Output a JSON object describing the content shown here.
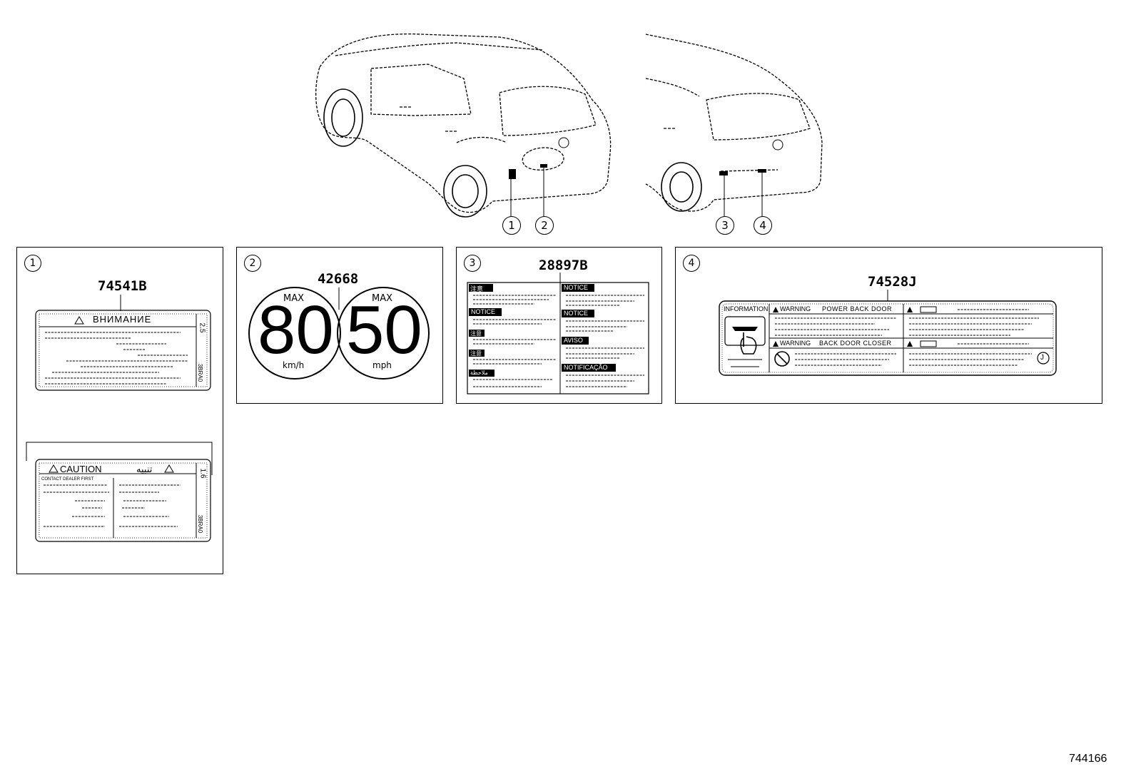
{
  "callouts": [
    "1",
    "2",
    "3",
    "4"
  ],
  "parts": {
    "p1": {
      "callout": "1",
      "number": "74541B",
      "label_ru": "ВНИМАНИЕ",
      "side_ru": "2.5",
      "code_ru": "3BRA0",
      "label_en": "CAUTION",
      "label_ar": "تنبيه",
      "side_en": "1.6",
      "code_en": "3BRA0",
      "sub_en": "CONTACT DEALER FIRST"
    },
    "p2": {
      "callout": "2",
      "number": "42668",
      "left": {
        "max": "MAX",
        "value": "80",
        "unit": "km/h"
      },
      "right": {
        "max": "MAX",
        "value": "50",
        "unit": "mph"
      }
    },
    "p3": {
      "callout": "3",
      "number": "28897B",
      "heads_left": [
        "注意",
        "NOTICE",
        "注意",
        "注意",
        "ملاحظة"
      ],
      "heads_right": [
        "NOTICE",
        "NOTICE",
        "AVISO",
        "NOTIFICAÇÃO"
      ]
    },
    "p4": {
      "callout": "4",
      "number": "74528J",
      "info": "INFORMATION",
      "warn1": "WARNING",
      "warn1_title": "POWER BACK DOOR",
      "warn2": "WARNING",
      "warn2_title": "BACK DOOR CLOSER",
      "corner": "J"
    }
  },
  "figure_id": "744166",
  "icons": [
    "car-rear-view-left-icon",
    "car-rear-view-right-icon",
    "hand-press-icon",
    "no-hand-icon",
    "warning-triangle-icon"
  ]
}
